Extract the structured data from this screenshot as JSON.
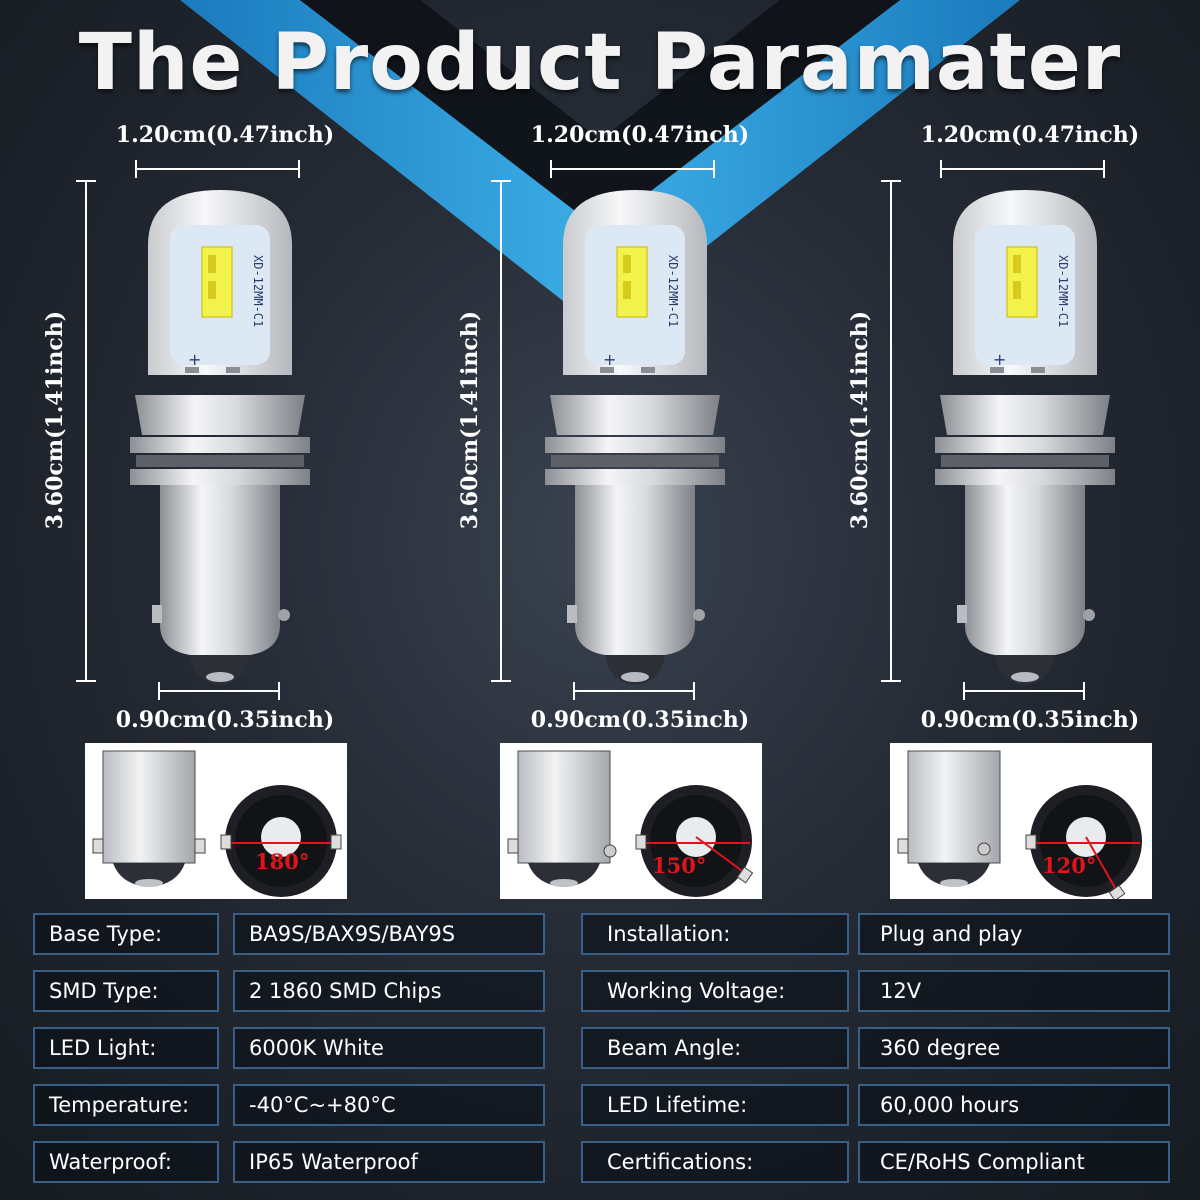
{
  "title": "The Product Paramater",
  "dimensions": {
    "width_top": "1.20cm(0.47inch)",
    "height": "3.60cm(1.41inch)",
    "width_base": "0.90cm(0.35inch)"
  },
  "chip_label": "XD-12MM-C1",
  "bulbs": [
    {
      "base_angle": "180°"
    },
    {
      "base_angle": "150°"
    },
    {
      "base_angle": "120°"
    }
  ],
  "specs_left": [
    {
      "label": "Base Type:",
      "value": "BA9S/BAX9S/BAY9S"
    },
    {
      "label": "SMD Type:",
      "value": "2 1860 SMD Chips"
    },
    {
      "label": "LED Light:",
      "value": "6000K White"
    },
    {
      "label": "Temperature:",
      "value": "-40°C~+80°C"
    },
    {
      "label": "Waterproof:",
      "value": "IP65 Waterproof"
    }
  ],
  "specs_right": [
    {
      "label": "Installation:",
      "value": "Plug and play"
    },
    {
      "label": "Working Voltage:",
      "value": "12V"
    },
    {
      "label": "Beam Angle:",
      "value": "360 degree"
    },
    {
      "label": "LED Lifetime:",
      "value": "60,000 hours"
    },
    {
      "label": "Certifications:",
      "value": "CE/RoHS Compliant"
    }
  ],
  "colors": {
    "accent_blue": "#2aa6e8",
    "angle_red": "#e1141b",
    "box_border": "#3a5f86"
  }
}
